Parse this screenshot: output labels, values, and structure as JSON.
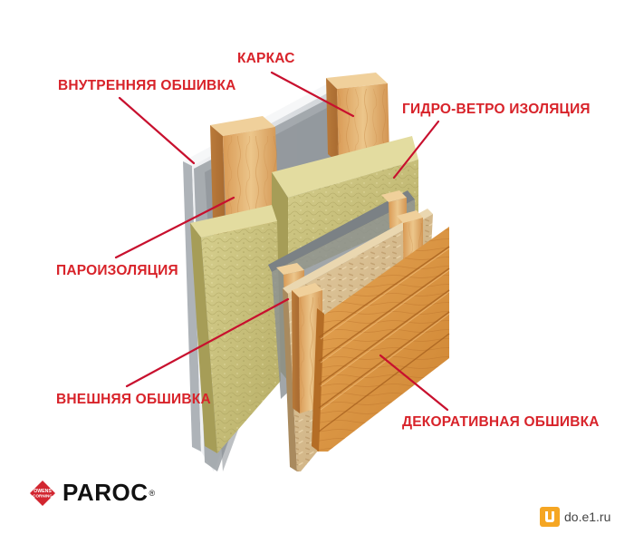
{
  "labels": {
    "karkas": "КАРКАС",
    "inner_sheathing": "ВНУТРЕННЯЯ ОБШИВКА",
    "wind_water_barrier": "ГИДРО-ВЕТРО ИЗОЛЯЦИЯ",
    "vapor_barrier": "ПАРОИЗОЛЯЦИЯ",
    "outer_sheathing": "ВНЕШНЯЯ ОБШИВКА",
    "decorative_cladding": "ДЕКОРАТИВНАЯ ОБШИВКА"
  },
  "brand": {
    "name": "PAROC",
    "registered": "®",
    "logo_text_line1": "OWENS",
    "logo_text_line2": "CORNING"
  },
  "watermark": {
    "site": "do.e1.ru"
  },
  "colors": {
    "label_red": "#d8232a",
    "leader_line": "#c8102e",
    "wood": "#e0ac69",
    "insulation": "#c7bf79",
    "osb": "#d4b98c",
    "cladding": "#d9903e",
    "membrane": "#8f9598",
    "inner_sheet": "#e4e6e9",
    "logo_red": "#d22630",
    "site_icon_orange": "#f5a623"
  }
}
